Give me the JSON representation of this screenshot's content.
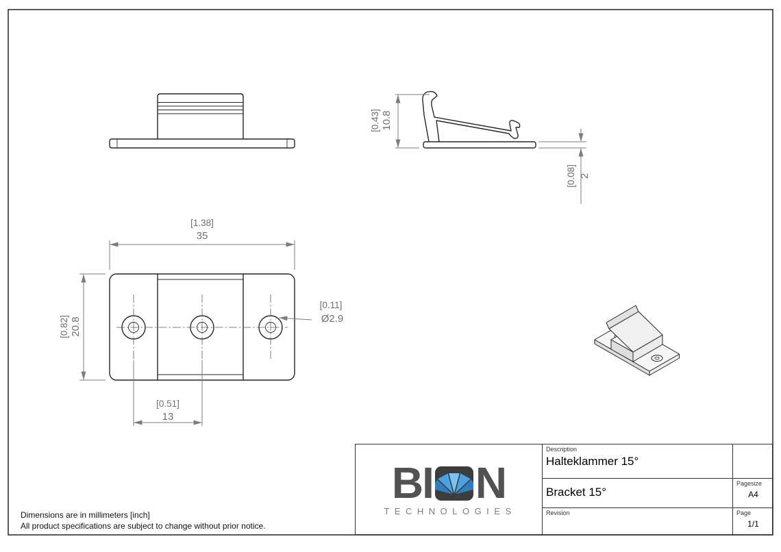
{
  "sheet": {
    "notes": [
      "Dimensions are in millimeters [inch]",
      "All product specifications are subject to change without prior notice."
    ]
  },
  "logo": {
    "left": "BI",
    "right": "N",
    "sub": "TECHNOLOGIES"
  },
  "title_block": {
    "description_label": "Description",
    "description_de": "Halteklammer 15°",
    "description_en": "Bracket 15°",
    "revision_label": "Revision",
    "pagesize_label": "Pagesize",
    "pagesize": "A4",
    "page_label": "Page",
    "page": "1/1"
  },
  "dims": {
    "overall_height": {
      "inch": "[0.43]",
      "mm": "10.8"
    },
    "base_thickness": {
      "inch": "[0.08]",
      "mm": "2"
    },
    "overall_width": {
      "inch": "[1.38]",
      "mm": "35"
    },
    "overall_depth": {
      "inch": "[0.82]",
      "mm": "20.8"
    },
    "hole_diameter": {
      "inch": "[0.11]",
      "mm": "Ø2.9"
    },
    "hole_pitch": {
      "inch": "[0.51]",
      "mm": "13"
    }
  }
}
